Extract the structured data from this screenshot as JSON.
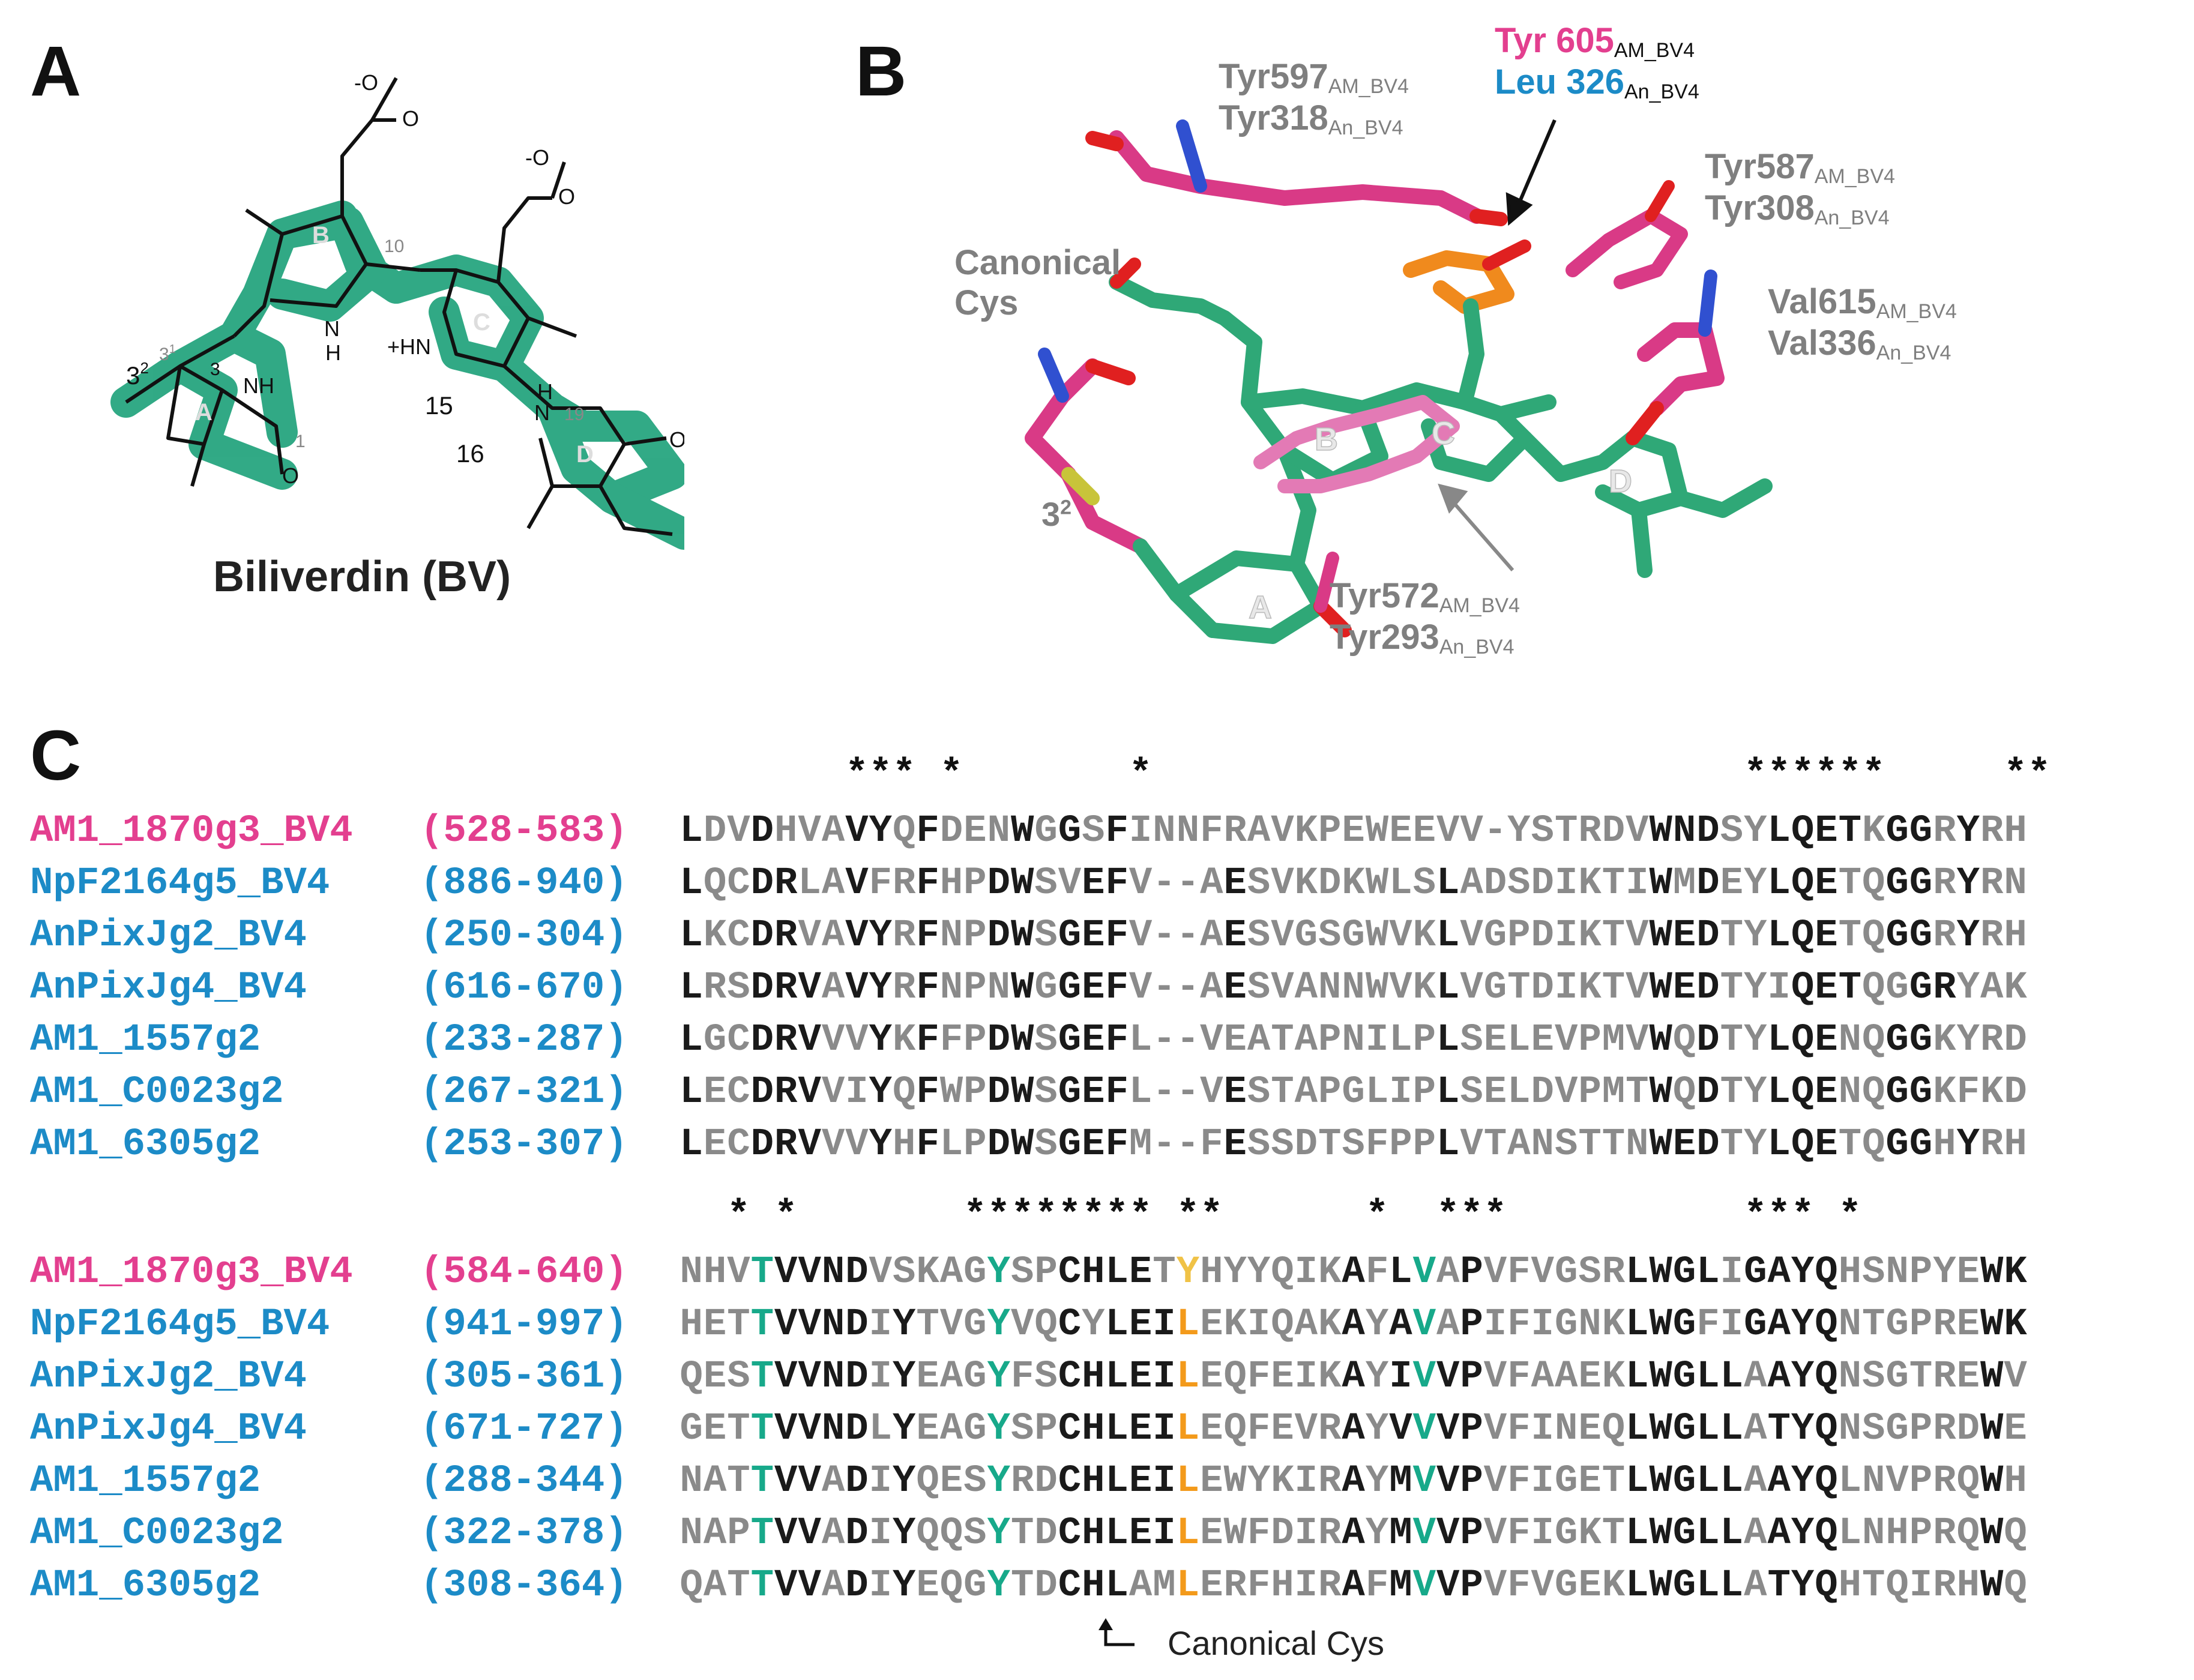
{
  "panels": {
    "a_letter": "A",
    "b_letter": "B",
    "c_letter": "C"
  },
  "panel_a": {
    "caption": "Biliverdin (BV)",
    "ring_labels": [
      "A",
      "B",
      "C",
      "D"
    ],
    "position_labels": [
      "3",
      "3",
      "1",
      "1",
      "10",
      "15",
      "16",
      "19"
    ],
    "superscript_labels": {
      "p32": "2",
      "p31": "1"
    },
    "atom_labels": [
      "NH",
      "N",
      "H",
      "+HN",
      "H",
      "N",
      "O",
      "O",
      "O",
      "O",
      "O",
      "O",
      "-O",
      "-O"
    ],
    "colors": {
      "highlight": "#27a57f",
      "bond": "#111111"
    }
  },
  "panel_b": {
    "residues": [
      {
        "id": "r1",
        "main": "Tyr597",
        "main_sub": "AM_BV4",
        "alt": "Tyr318",
        "alt_sub": "An_BV4"
      },
      {
        "id": "r2",
        "main": "Tyr 605",
        "main_sub": "AM_BV4",
        "alt": "Leu 326",
        "alt_sub": "An_BV4"
      },
      {
        "id": "r3",
        "main": "Tyr587",
        "main_sub": "AM_BV4",
        "alt": "Tyr308",
        "alt_sub": "An_BV4"
      },
      {
        "id": "r4",
        "main": "Val615",
        "main_sub": "AM_BV4",
        "alt": "Val336",
        "alt_sub": "An_BV4"
      },
      {
        "id": "r5",
        "main": "Tyr572",
        "main_sub": "AM_BV4",
        "alt": "Tyr293",
        "alt_sub": "An_BV4"
      }
    ],
    "canonical_label_1": "Canonical",
    "canonical_label_2": "Cys",
    "pos_label": "3",
    "pos_label_sup": "2",
    "ring_labels": [
      "A",
      "B",
      "C",
      "D"
    ],
    "colors": {
      "bv": "#2fa877",
      "residue": "#d93a86",
      "leu": "#f08a1d",
      "oxygen": "#e02020",
      "nitrogen": "#3050d0",
      "sulfur": "#c8c43a"
    }
  },
  "panel_c": {
    "block1": {
      "stars": "       *** *       *                         ******     **",
      "rows": [
        {
          "name": "AM1_1870g3_BV4",
          "range": "(528-583)",
          "name_color": "pink",
          "seq": "LDVDHVAVYQFDENWGGSFINNFRAVKPEWEEVV-YSTRDVWNDSYLQETKGGRYRH",
          "mask": "DGGDGGGDDGDGGGDGDGDGGGGGGGGGGGGGGG-GGGGGGDDDGGDDDDGDDGDGG"
        },
        {
          "name": "NpF2164g5_BV4",
          "range": "(886-940)",
          "name_color": "blue",
          "seq": "LQCDRLAVFRFHPDWSVEFV--AESVKDKWLSLADSDIKTIWMDEYLQETQGGRYRN",
          "mask": "DGGDDGGDGGDGGDDGGDDG--GDGGGGGGGGDGGGGGGGGDGDGGDDDGGDDGDGG"
        },
        {
          "name": "AnPixJg2_BV4",
          "range": "(250-304)",
          "name_color": "blue",
          "seq": "LKCDRVAVYRFNPDWSGEFV--AESVGSGWVKLVGPDIKTVWEDTYLQETQGGRYRH",
          "mask": "DGGDDGGDDGDGGDDGDDDG--GDGGGGGGGGDGGGGGGGGDDDGGDDDGGDDGDGG"
        },
        {
          "name": "AnPixJg4_BV4",
          "range": "(616-670)",
          "name_color": "blue",
          "seq": "LRSDRVAVYRFNPNWGGEFV--AESVANNWVKLVGTDIKTVWEDTYIQETQGGRYAK",
          "mask": "DGGDDDGDDGDGGGDGDDDG--GDGGGGGGGGDGGGGGGGGDDDGGGDDDGGDDGGG"
        },
        {
          "name": "AM1_1557g2",
          "range": "(233-287)",
          "name_color": "blue",
          "seq": "LGCDRVVVYKFFPDWSGEFL--VEATAPNILPLSELEVPMVWQDTYLQENQGGKYRD",
          "mask": "DGGDDDGGDGDGGDDGDDDG--GGGGGGGGGGDGGGGGGGGDGDGGDDDGGDDGGGG"
        },
        {
          "name": "AM1_C0023g2",
          "range": "(267-321)",
          "name_color": "blue",
          "seq": "LECDRVVIYQFWPDWSGEFL--VESTAPGLIPLSELDVPMTWQDTYLQENQGGKFKD",
          "mask": "DGGDDDGGDGDGGDDGDDDG--GDGGGGGGGGDGGGGGGGGDGDGGDDDGGDDGGGG"
        },
        {
          "name": "AM1_6305g2",
          "range": "(253-307)",
          "name_color": "blue",
          "seq": "LECDRVVVYHFLPDWSGEFM--FESSDTSFPPLVTANSTTNWEDTYLQETQGGHYRH",
          "mask": "DGGDDDGGDGDGGDDGDDDG--GDGGGGGGGGDGGGGGGGGDDDGGDDDGGDDGDGG"
        }
      ]
    },
    "block2": {
      "stars": "  * *       ******** **      *  ***          *** *",
      "rows": [
        {
          "name": "AM1_1870g3_BV4",
          "range": "(584-640)",
          "name_color": "pink",
          "seq": "NHVTVVNDVSKAGYSPCHLETYHYYQIKAFLVAPVFVGSRLWGLIGAYQHSNPYEWK",
          "mask": "GGGNDDDDGGGGGNGGKDDDGYGGGGGGDGDNGDGGGGGGDDDDGDDDDGGGGGGDD"
        },
        {
          "name": "NpF2164g5_BV4",
          "range": "(941-997)",
          "name_color": "blue",
          "seq": "HETTVVNDIYTVGYVQCYLEILEKIQAKAYAVAPIFIGNKLWGFIGAYQNTGPREWK",
          "mask": "GGGNDDDDGDGGGNGGKGDDDOGGGGGGDGDNGDGGGGGGDDDGGDDDDGGGGGGDD"
        },
        {
          "name": "AnPixJg2_BV4",
          "range": "(305-361)",
          "name_color": "blue",
          "seq": "QESTVVNDIYEAGYFSCHLEILEQFEIKAYIVVPVFAAEKLWGLLAAYQNSGTREWV",
          "mask": "GGGNDDDDGDGGGNGGKDDDDOGGGGGGDGDNDDGGGGGGDDDDDGDDDGGGGGGDG"
        },
        {
          "name": "AnPixJg4_BV4",
          "range": "(671-727)",
          "name_color": "blue",
          "seq": "GETTVVNDLYEAGYSPCHLEILEQFEVRAYVVVPVFINEQLWGLLATYQNSGPRDWE",
          "mask": "GGGNDDDDGDGGGNGGKDDDDOGGGGGGDGDNDDGGGGGGDDDDDGDDDGGGGGGDG"
        },
        {
          "name": "AM1_1557g2",
          "range": "(288-344)",
          "name_color": "blue",
          "seq": "NATTVVADIYQESYRDCHLEILEWYKIRAYMVVPVFIGETLWGLLAAYQLNVPRQWH",
          "mask": "GGGNDDGDGDGGGNGGKDDDDOGGGGGGDGDNDDGGGGGGDDDDDGDDDGGGGGGDG"
        },
        {
          "name": "AM1_C0023g2",
          "range": "(322-378)",
          "name_color": "blue",
          "seq": "NAPTVVADIYQQSYTDCHLEILEWFDIRAYMVVPVFIGKTLWGLLAAYQLNHPRQWQ",
          "mask": "GGGNDDGDGDGGGNGGKDDDDOGGGGGGDGDNDDGGGGGGDDDDDGDDDGGGGGGDG"
        },
        {
          "name": "AM1_6305g2",
          "range": "(308-364)",
          "name_color": "blue",
          "seq": "QATTVVADIYEQGYTDCHLAMLERFHIRAFMVVPVFVGEKLWGLLATYQHTQIRHWQ",
          "mask": "GGGNDDGDGDGGGNGGKDDGGOGGGGGGDGDNDDGGGGGGDDDDDGDDDGGGGGGDG"
        }
      ]
    },
    "canonical_cys_label": "Canonical Cys",
    "colors": {
      "pink": "#e33f8f",
      "blue": "#1c8bc7",
      "green": "#17a98a",
      "orange": "#f39a1b",
      "yellow": "#f0c246",
      "dark": "#1a1a1a",
      "gray": "#8a8a8a"
    }
  }
}
